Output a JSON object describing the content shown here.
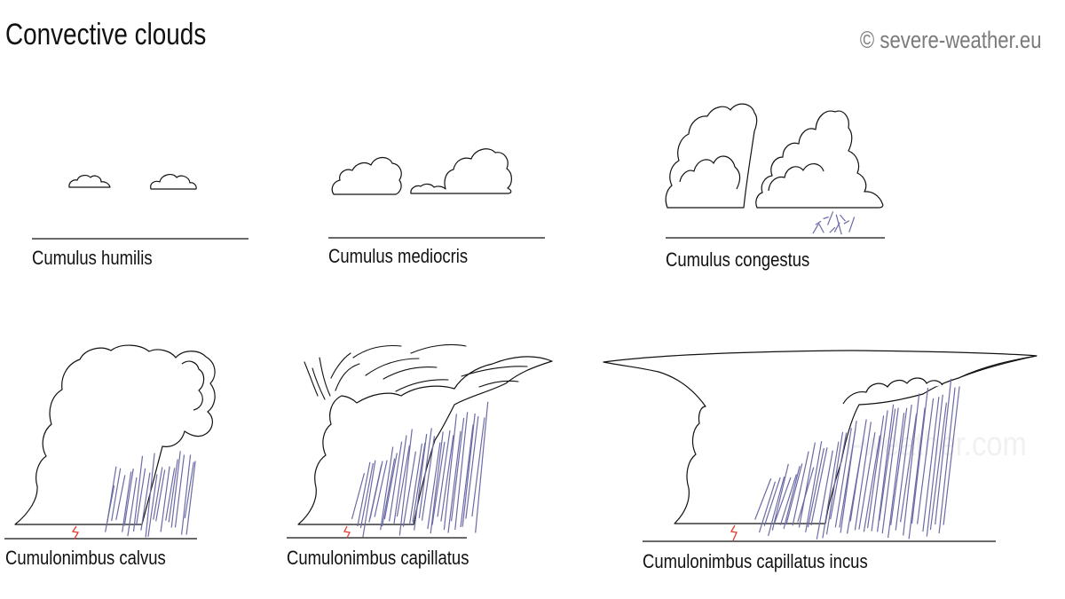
{
  "header": {
    "title": "Convective clouds",
    "copyright": "© severe-weather.eu"
  },
  "watermark": "Learn-weather.com",
  "clouds": [
    {
      "label": "Cumulus humilis"
    },
    {
      "label": "Cumulus mediocris"
    },
    {
      "label": "Cumulus congestus"
    },
    {
      "label": "Cumulonimbus calvus"
    },
    {
      "label": "Cumulonimbus capillatus"
    },
    {
      "label": "Cumulonimbus capillatus incus"
    }
  ],
  "colors": {
    "outline": "#111111",
    "rain": "#6b6ba6",
    "lightning": "#e23b2a",
    "watermark": "#f1f1f1"
  }
}
